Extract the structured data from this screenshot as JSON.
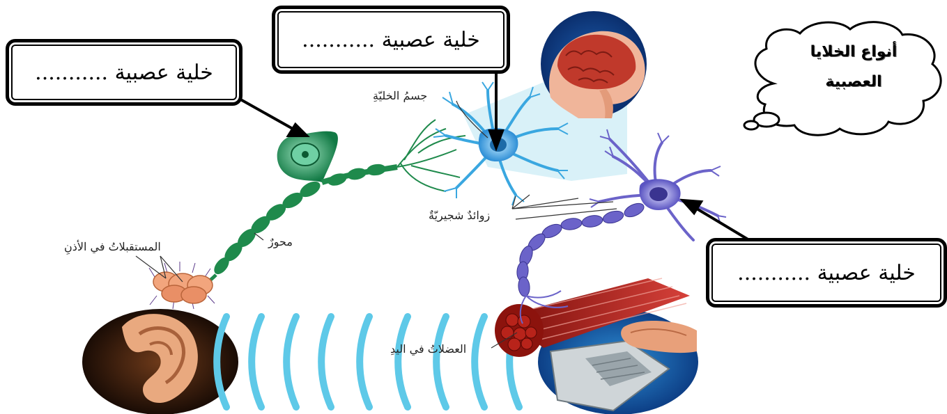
{
  "title": {
    "line1": "أنواع الخلايا",
    "line2": "العصبية"
  },
  "answer_boxes": [
    {
      "text": "خلية عصبية ..........."
    },
    {
      "text": "خلية عصبية ..........."
    },
    {
      "text": "خلية عصبية ..........."
    }
  ],
  "labels": {
    "cell_body": "جسمُ الخليّةِ",
    "dendrites": "زوائدٌ شجيريّةٌ",
    "axon": "محورٌ",
    "ear_receptors": "المستقبلاتُ في الأذنِ",
    "hand_muscles": "العضلاتُ في اليدِ"
  },
  "colors": {
    "sensory_neuron": "#1f8a4c",
    "inter_neuron": "#3aa7e0",
    "motor_neuron": "#6b63c9",
    "sound_waves": "#5ec9e8",
    "muscle": "#b4221a"
  }
}
